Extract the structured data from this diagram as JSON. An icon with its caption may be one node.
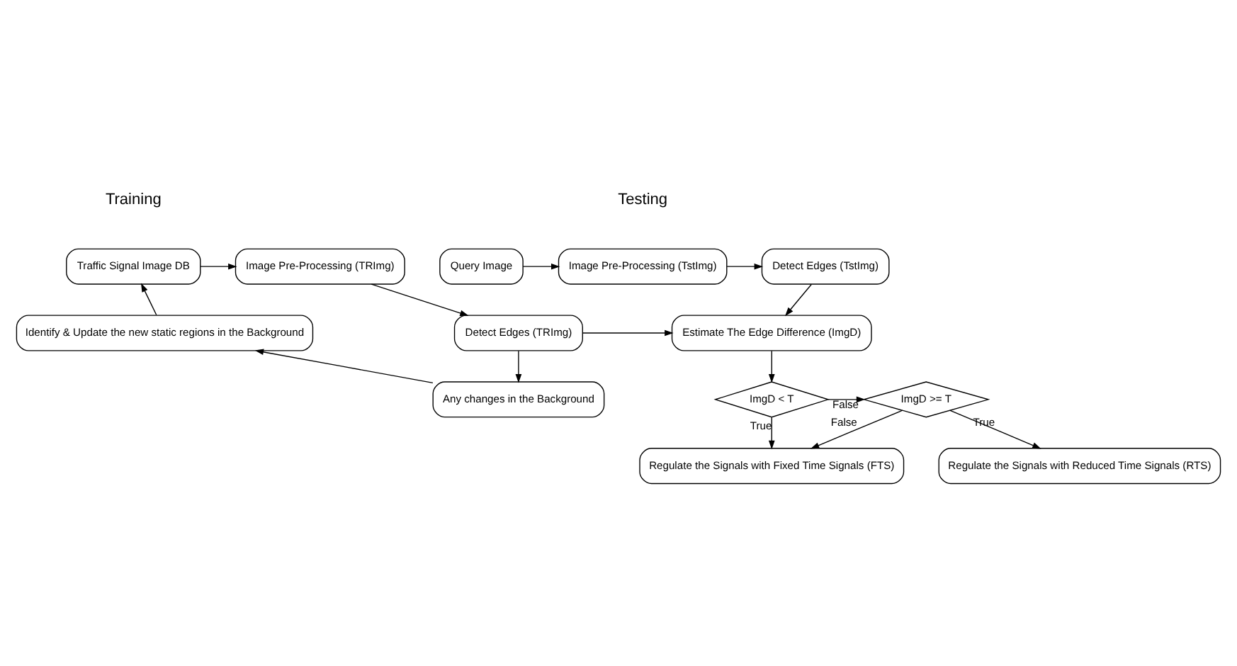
{
  "diagram": {
    "nodes": [
      {
        "text": [
          "Traffic Signal Image DB"
        ]
      },
      {
        "text": [
          "Image Pre-Processing (TRImg)"
        ]
      },
      {
        "text": [
          "Identify & Update the new static regions in the Background"
        ]
      },
      {
        "text": [
          "Detect Edges (TRImg)"
        ]
      },
      {
        "text": [
          "Any changes in the Background"
        ]
      },
      {
        "text": [
          "Detect Edges (TstImg)"
        ]
      },
      {
        "text": [
          "Image Pre-Processing (TstImg)"
        ]
      },
      {
        "text": [
          "Query Image"
        ]
      },
      {
        "text": [
          "Estimate The Edge Difference (ImgD)"
        ]
      },
      {
        "text": [
          "ImgD < T"
        ]
      },
      {
        "text": [
          "ImgD >= T"
        ]
      },
      {
        "text": [
          "Regulate the Signals with Reduced Time Signals (RTS)"
        ]
      },
      {
        "text": [
          "Regulate the Signals with Fixed Time Signals (FTS)"
        ]
      }
    ],
    "edges": [
      {
        "from": 0,
        "to": 1,
        "arrow": "to"
      },
      {
        "from": 1,
        "to": 3,
        "arrow": "to"
      },
      {
        "from": 3,
        "to": 4,
        "arrow": "to"
      },
      {
        "from": 4,
        "to": 2,
        "arrow": "to"
      },
      {
        "from": 2,
        "to": 0,
        "arrow": "to"
      },
      {
        "from": 3,
        "to": 8,
        "arrow": "to"
      },
      {
        "from": 7,
        "to": 6,
        "arrow": "to"
      },
      {
        "from": 6,
        "to": 5,
        "arrow": "to"
      },
      {
        "from": 5,
        "to": 8,
        "arrow": "to"
      },
      {
        "from": 8,
        "to": 9,
        "arrow": "to"
      },
      {
        "from": 9,
        "to": 10,
        "label": "False",
        "arrow": "to"
      },
      {
        "from": 10,
        "to": 11,
        "label": "True",
        "arrow": "to"
      },
      {
        "from": 9,
        "to": 12,
        "label": "True",
        "arrow": "to"
      },
      {
        "from": 10,
        "to": 12,
        "label": "False",
        "arrow": "to"
      }
    ],
    "labels": [
      "Training",
      "Testing"
    ]
  }
}
